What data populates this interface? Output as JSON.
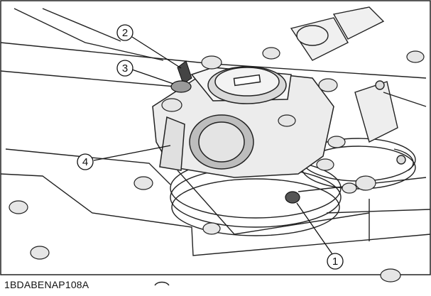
{
  "figure": {
    "code": "1BDABENAP108A",
    "callouts": [
      {
        "number": "1"
      },
      {
        "number": "2"
      },
      {
        "number": "3"
      },
      {
        "number": "4"
      }
    ]
  }
}
